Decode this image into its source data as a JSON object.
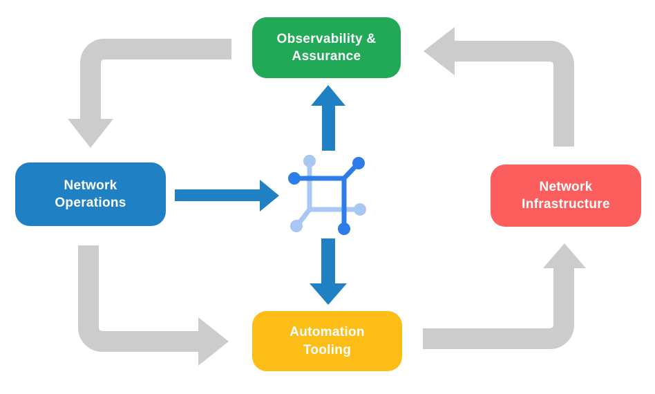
{
  "diagram": {
    "type": "cycle-diagram",
    "nodes": [
      {
        "id": "observability-assurance",
        "label": "Observability &\nAssurance",
        "color": "#21A957",
        "text_color": "#FFFFFF",
        "position": "top"
      },
      {
        "id": "network-operations",
        "label": "Network\nOperations",
        "color": "#1F81C3",
        "text_color": "#FFFFFF",
        "position": "left"
      },
      {
        "id": "network-infrastructure",
        "label": "Network\nInfrastructure",
        "color": "#FC5D5D",
        "text_color": "#FFFFFF",
        "position": "right"
      },
      {
        "id": "automation-tooling",
        "label": "Automation\nTooling",
        "color": "#FCBD17",
        "text_color": "#FFFFFF",
        "position": "bottom"
      }
    ],
    "center_icon": "network-mesh-icon",
    "cycle_arrows": [
      {
        "from": "observability-assurance",
        "to": "network-operations",
        "color": "#CCCCCC",
        "direction": "down"
      },
      {
        "from": "network-operations",
        "to": "automation-tooling",
        "color": "#CCCCCC",
        "direction": "right"
      },
      {
        "from": "automation-tooling",
        "to": "network-infrastructure",
        "color": "#CCCCCC",
        "direction": "up"
      },
      {
        "from": "network-infrastructure",
        "to": "observability-assurance",
        "color": "#CCCCCC",
        "direction": "left"
      }
    ],
    "center_arrows": [
      {
        "from": "network-operations",
        "to": "center-icon",
        "color": "#1F81C3",
        "direction": "right"
      },
      {
        "from": "center-icon",
        "to": "observability-assurance",
        "color": "#1F81C3",
        "direction": "up"
      },
      {
        "from": "center-icon",
        "to": "automation-tooling",
        "color": "#1F81C3",
        "direction": "down"
      }
    ],
    "colors": {
      "background": "#FFFFFF",
      "arrow_gray": "#CCCCCC",
      "arrow_blue": "#1F81C3",
      "icon_dark_blue": "#2C7DE8",
      "icon_light_blue": "#A9C7F3"
    }
  }
}
